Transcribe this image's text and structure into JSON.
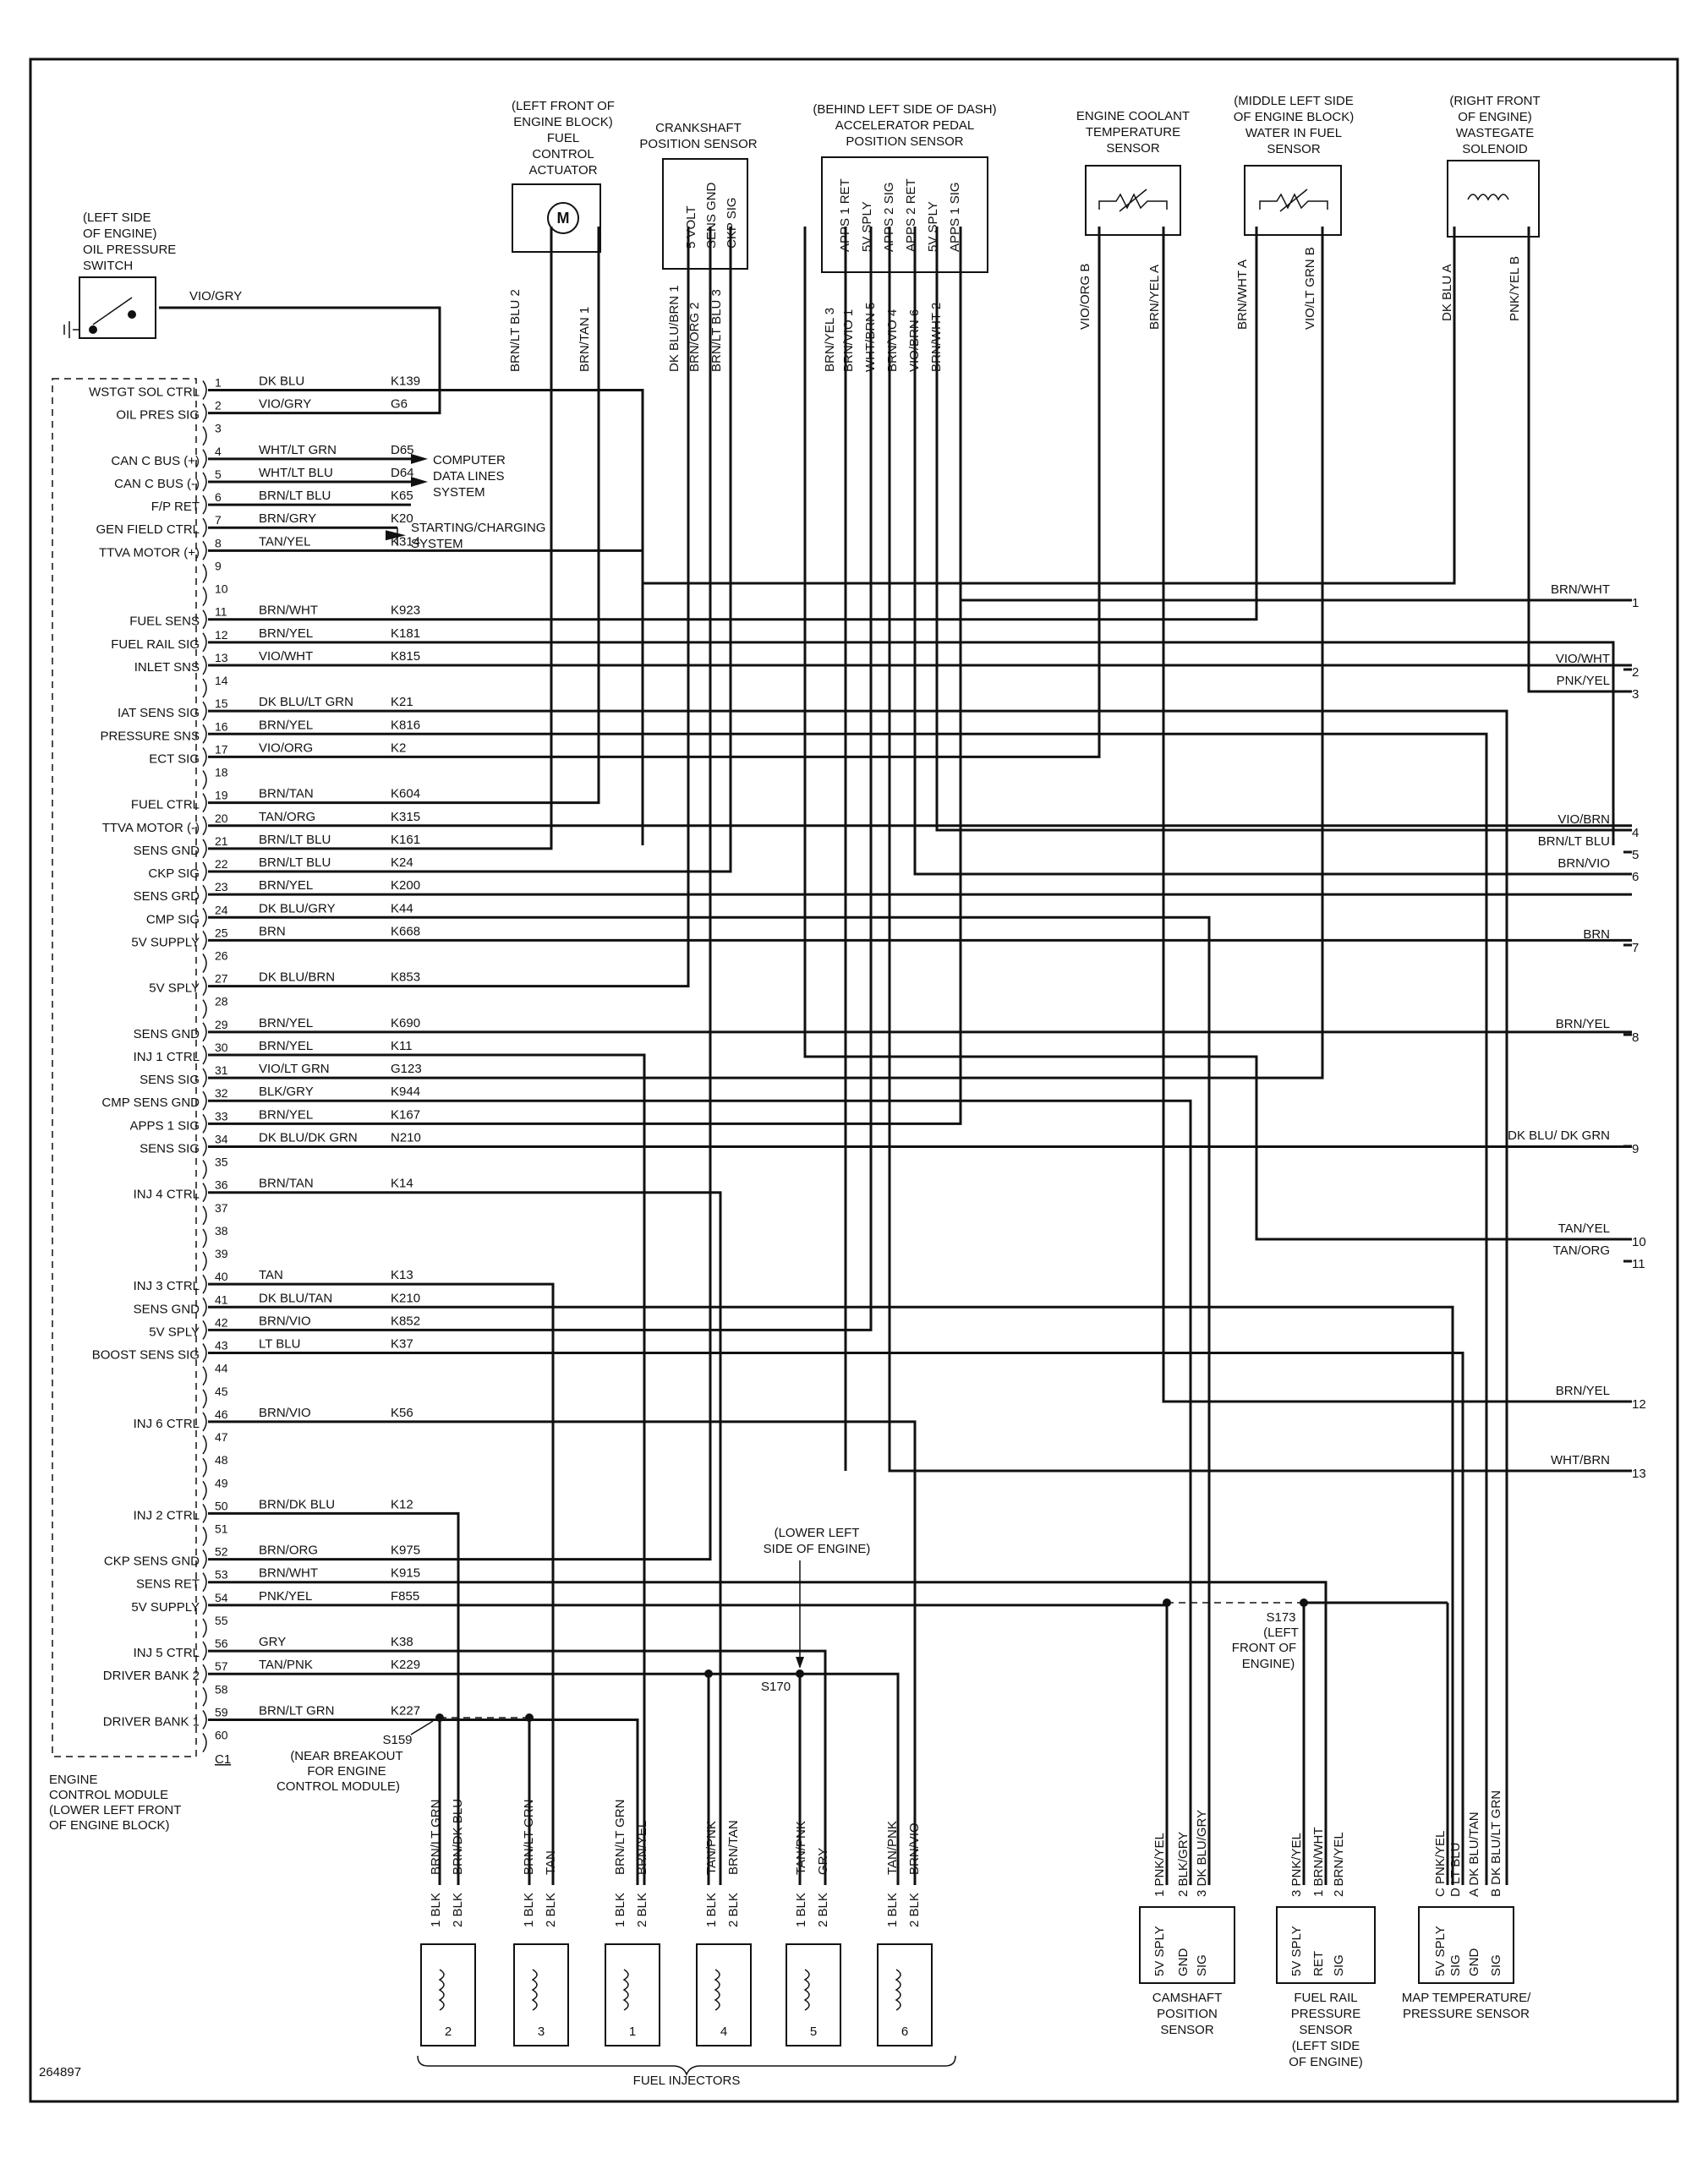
{
  "diagram_id": "264897",
  "ecm": {
    "title_lines": [
      "ENGINE",
      "CONTROL MODULE",
      "(LOWER LEFT FRONT",
      "OF ENGINE BLOCK)"
    ],
    "connector": "C1"
  },
  "pins": [
    {
      "n": "1",
      "func": "WSTGT SOL CTRL",
      "color": "DK BLU",
      "circuit": "K139"
    },
    {
      "n": "2",
      "func": "OIL PRES SIG",
      "color": "VIO/GRY",
      "circuit": "G6"
    },
    {
      "n": "3",
      "func": "",
      "color": "",
      "circuit": ""
    },
    {
      "n": "4",
      "func": "CAN C BUS (+)",
      "color": "WHT/LT GRN",
      "circuit": "D65"
    },
    {
      "n": "5",
      "func": "CAN C BUS (-)",
      "color": "WHT/LT BLU",
      "circuit": "D64"
    },
    {
      "n": "6",
      "func": "F/P RET",
      "color": "BRN/LT BLU",
      "circuit": "K65"
    },
    {
      "n": "7",
      "func": "GEN FIELD CTRL",
      "color": "BRN/GRY",
      "circuit": "K20"
    },
    {
      "n": "8",
      "func": "TTVA MOTOR (+)",
      "color": "TAN/YEL",
      "circuit": "K314"
    },
    {
      "n": "9",
      "func": "",
      "color": "",
      "circuit": ""
    },
    {
      "n": "10",
      "func": "",
      "color": "",
      "circuit": ""
    },
    {
      "n": "11",
      "func": "FUEL SENS",
      "color": "BRN/WHT",
      "circuit": "K923"
    },
    {
      "n": "12",
      "func": "FUEL RAIL SIG",
      "color": "BRN/YEL",
      "circuit": "K181"
    },
    {
      "n": "13",
      "func": "INLET SNS",
      "color": "VIO/WHT",
      "circuit": "K815"
    },
    {
      "n": "14",
      "func": "",
      "color": "",
      "circuit": ""
    },
    {
      "n": "15",
      "func": "IAT SENS SIG",
      "color": "DK BLU/LT GRN",
      "circuit": "K21"
    },
    {
      "n": "16",
      "func": "PRESSURE SNS",
      "color": "BRN/YEL",
      "circuit": "K816"
    },
    {
      "n": "17",
      "func": "ECT SIG",
      "color": "VIO/ORG",
      "circuit": "K2"
    },
    {
      "n": "18",
      "func": "",
      "color": "",
      "circuit": ""
    },
    {
      "n": "19",
      "func": "FUEL CTRL",
      "color": "BRN/TAN",
      "circuit": "K604"
    },
    {
      "n": "20",
      "func": "TTVA MOTOR (-)",
      "color": "TAN/ORG",
      "circuit": "K315"
    },
    {
      "n": "21",
      "func": "SENS GND",
      "color": "BRN/LT BLU",
      "circuit": "K161"
    },
    {
      "n": "22",
      "func": "CKP SIG",
      "color": "BRN/LT BLU",
      "circuit": "K24"
    },
    {
      "n": "23",
      "func": "SENS GRD",
      "color": "BRN/YEL",
      "circuit": "K200"
    },
    {
      "n": "24",
      "func": "CMP SIG",
      "color": "DK BLU/GRY",
      "circuit": "K44"
    },
    {
      "n": "25",
      "func": "5V SUPPLY",
      "color": "BRN",
      "circuit": "K668"
    },
    {
      "n": "26",
      "func": "",
      "color": "",
      "circuit": ""
    },
    {
      "n": "27",
      "func": "5V SPLY",
      "color": "DK BLU/BRN",
      "circuit": "K853"
    },
    {
      "n": "28",
      "func": "",
      "color": "",
      "circuit": ""
    },
    {
      "n": "29",
      "func": "SENS GND",
      "color": "BRN/YEL",
      "circuit": "K690"
    },
    {
      "n": "30",
      "func": "INJ 1 CTRL",
      "color": "BRN/YEL",
      "circuit": "K11"
    },
    {
      "n": "31",
      "func": "SENS SIG",
      "color": "VIO/LT GRN",
      "circuit": "G123"
    },
    {
      "n": "32",
      "func": "CMP SENS GND",
      "color": "BLK/GRY",
      "circuit": "K944"
    },
    {
      "n": "33",
      "func": "APPS 1 SIG",
      "color": "BRN/YEL",
      "circuit": "K167"
    },
    {
      "n": "34",
      "func": "SENS SIG",
      "color": "DK BLU/DK GRN",
      "circuit": "N210"
    },
    {
      "n": "35",
      "func": "",
      "color": "",
      "circuit": ""
    },
    {
      "n": "36",
      "func": "INJ 4 CTRL",
      "color": "BRN/TAN",
      "circuit": "K14"
    },
    {
      "n": "37",
      "func": "",
      "color": "",
      "circuit": ""
    },
    {
      "n": "38",
      "func": "",
      "color": "",
      "circuit": ""
    },
    {
      "n": "39",
      "func": "",
      "color": "",
      "circuit": ""
    },
    {
      "n": "40",
      "func": "INJ 3 CTRL",
      "color": "TAN",
      "circuit": "K13"
    },
    {
      "n": "41",
      "func": "SENS GND",
      "color": "DK BLU/TAN",
      "circuit": "K210"
    },
    {
      "n": "42",
      "func": "5V SPLY",
      "color": "BRN/VIO",
      "circuit": "K852"
    },
    {
      "n": "43",
      "func": "BOOST SENS SIG",
      "color": "LT BLU",
      "circuit": "K37"
    },
    {
      "n": "44",
      "func": "",
      "color": "",
      "circuit": ""
    },
    {
      "n": "45",
      "func": "",
      "color": "",
      "circuit": ""
    },
    {
      "n": "46",
      "func": "INJ 6 CTRL",
      "color": "BRN/VIO",
      "circuit": "K56"
    },
    {
      "n": "47",
      "func": "",
      "color": "",
      "circuit": ""
    },
    {
      "n": "48",
      "func": "",
      "color": "",
      "circuit": ""
    },
    {
      "n": "49",
      "func": "",
      "color": "",
      "circuit": ""
    },
    {
      "n": "50",
      "func": "INJ 2 CTRL",
      "color": "BRN/DK BLU",
      "circuit": "K12"
    },
    {
      "n": "51",
      "func": "",
      "color": "",
      "circuit": ""
    },
    {
      "n": "52",
      "func": "CKP SENS GND",
      "color": "BRN/ORG",
      "circuit": "K975"
    },
    {
      "n": "53",
      "func": "SENS RET",
      "color": "BRN/WHT",
      "circuit": "K915"
    },
    {
      "n": "54",
      "func": "5V SUPPLY",
      "color": "PNK/YEL",
      "circuit": "F855"
    },
    {
      "n": "55",
      "func": "",
      "color": "",
      "circuit": ""
    },
    {
      "n": "56",
      "func": "INJ 5 CTRL",
      "color": "GRY",
      "circuit": "K38"
    },
    {
      "n": "57",
      "func": "DRIVER BANK 2",
      "color": "TAN/PNK",
      "circuit": "K229"
    },
    {
      "n": "58",
      "func": "",
      "color": "",
      "circuit": ""
    },
    {
      "n": "59",
      "func": "DRIVER BANK 1",
      "color": "BRN/LT GRN",
      "circuit": "K227"
    },
    {
      "n": "60",
      "func": "",
      "color": "",
      "circuit": ""
    }
  ],
  "arrow_targets": {
    "computer": [
      "COMPUTER",
      "DATA LINES",
      "SYSTEM"
    ],
    "charging": [
      "STARTING/CHARGING",
      "SYSTEM"
    ]
  },
  "top_components": {
    "oil_switch": {
      "label": [
        "(LEFT SIDE",
        "OF ENGINE)",
        "OIL PRESSURE",
        "SWITCH"
      ],
      "wire": "VIO/GRY"
    },
    "fca": {
      "label": [
        "(LEFT FRONT OF",
        "ENGINE BLOCK)",
        "FUEL",
        "CONTROL",
        "ACTUATOR"
      ],
      "wires": [
        {
          "pin": "2",
          "color": "BRN/LT BLU"
        },
        {
          "pin": "1",
          "color": "BRN/TAN"
        }
      ]
    },
    "ckp": {
      "label": [
        "CRANKSHAFT",
        "POSITION SENSOR"
      ],
      "pins": [
        "5 VOLT",
        "SENS GND",
        "CKP SIG"
      ],
      "wires": [
        {
          "pin": "1",
          "color": "DK BLU/BRN"
        },
        {
          "pin": "2",
          "color": "BRN/ORG"
        },
        {
          "pin": "3",
          "color": "BRN/LT BLU"
        }
      ]
    },
    "app": {
      "label": [
        "(BEHIND LEFT SIDE OF DASH)",
        "ACCELERATOR PEDAL",
        "POSITION SENSOR"
      ],
      "pins": [
        "APPS 1 RET",
        "5V SPLY",
        "APPS 2 SIG",
        "APPS 2 RET",
        "5V SPLY",
        "APPS 1 SIG"
      ],
      "wires": [
        {
          "pin": "3",
          "color": "BRN/YEL"
        },
        {
          "pin": "1",
          "color": "BRN/VIO"
        },
        {
          "pin": "5",
          "color": "WHT/BRN"
        },
        {
          "pin": "4",
          "color": "BRN/VIO"
        },
        {
          "pin": "6",
          "color": "VIO/BRN"
        },
        {
          "pin": "2",
          "color": "BRN/WHT"
        }
      ]
    },
    "ect": {
      "label": [
        "ENGINE COOLANT",
        "TEMPERATURE",
        "SENSOR"
      ],
      "wires": [
        {
          "pin": "B",
          "color": "VIO/ORG"
        },
        {
          "pin": "A",
          "color": "BRN/YEL"
        }
      ]
    },
    "wif": {
      "label": [
        "(MIDDLE LEFT SIDE",
        "OF ENGINE BLOCK)",
        "WATER IN FUEL",
        "SENSOR"
      ],
      "wires": [
        {
          "pin": "A",
          "color": "BRN/WHT"
        },
        {
          "pin": "B",
          "color": "VIO/LT GRN"
        }
      ]
    },
    "wg": {
      "label": [
        "(RIGHT FRONT",
        "OF ENGINE)",
        "WASTEGATE",
        "SOLENOID"
      ],
      "wires": [
        {
          "pin": "A",
          "color": "DK BLU"
        },
        {
          "pin": "B",
          "color": "PNK/YEL"
        }
      ]
    }
  },
  "right_outputs": [
    {
      "n": "1",
      "color": "BRN/WHT"
    },
    {
      "n": "2",
      "color": "VIO/WHT"
    },
    {
      "n": "3",
      "color": "PNK/YEL"
    },
    {
      "n": "4",
      "color": "VIO/BRN"
    },
    {
      "n": "5",
      "color": "BRN/LT BLU"
    },
    {
      "n": "6",
      "color": "BRN/VIO"
    },
    {
      "n": "7",
      "color": "BRN"
    },
    {
      "n": "8",
      "color": "BRN/YEL"
    },
    {
      "n": "9",
      "color": "DK BLU/ DK GRN"
    },
    {
      "n": "10",
      "color": "TAN/YEL"
    },
    {
      "n": "11",
      "color": "TAN/ORG"
    },
    {
      "n": "12",
      "color": "BRN/YEL"
    },
    {
      "n": "13",
      "color": "WHT/BRN"
    }
  ],
  "splices": {
    "s159": [
      "S159",
      "(NEAR BREAKOUT",
      "FOR ENGINE",
      "CONTROL MODULE)"
    ],
    "s170": "S170",
    "s170_note": [
      "(LOWER LEFT",
      "SIDE OF ENGINE)"
    ],
    "s173": [
      "S173",
      "(LEFT",
      "FRONT OF",
      "ENGINE)"
    ]
  },
  "injectors": {
    "caption": "FUEL INJECTORS",
    "items": [
      {
        "num": "2",
        "w1": "BRN/LT GRN",
        "w2": "BRN/DK BLU",
        "p1": "1",
        "p2": "2",
        "c1": "BLK",
        "c2": "BLK"
      },
      {
        "num": "3",
        "w1": "BRN/LT GRN",
        "w2": "TAN",
        "p1": "1",
        "p2": "2",
        "c1": "BLK",
        "c2": "BLK"
      },
      {
        "num": "1",
        "w1": "BRN/LT GRN",
        "w2": "BRN/YEL",
        "p1": "1",
        "p2": "2",
        "c1": "BLK",
        "c2": "BLK"
      },
      {
        "num": "4",
        "w1": "TAN/PNK",
        "w2": "BRN/TAN",
        "p1": "1",
        "p2": "2",
        "c1": "BLK",
        "c2": "BLK"
      },
      {
        "num": "5",
        "w1": "TAN/PNK",
        "w2": "GRY",
        "p1": "1",
        "p2": "2",
        "c1": "BLK",
        "c2": "BLK"
      },
      {
        "num": "6",
        "w1": "TAN/PNK",
        "w2": "BRN/VIO",
        "p1": "1",
        "p2": "2",
        "c1": "BLK",
        "c2": "BLK"
      }
    ]
  },
  "bottom_sensors": {
    "cmp": {
      "label": [
        "CAMSHAFT",
        "POSITION",
        "SENSOR"
      ],
      "pins": [
        {
          "p": "1",
          "color": "PNK/YEL",
          "func": "5V SPLY"
        },
        {
          "p": "2",
          "color": "BLK/GRY",
          "func": "GND"
        },
        {
          "p": "3",
          "color": "DK BLU/GRY",
          "func": "SIG"
        }
      ]
    },
    "frp": {
      "label": [
        "FUEL RAIL",
        "PRESSURE",
        "SENSOR",
        "(LEFT SIDE",
        "OF ENGINE)"
      ],
      "pins": [
        {
          "p": "3",
          "color": "PNK/YEL",
          "func": "5V SPLY"
        },
        {
          "p": "1",
          "color": "BRN/WHT",
          "func": "RET"
        },
        {
          "p": "2",
          "color": "BRN/YEL",
          "func": "SIG"
        }
      ]
    },
    "map": {
      "label": [
        "MAP TEMPERATURE/",
        "PRESSURE SENSOR"
      ],
      "pins": [
        {
          "p": "C",
          "color": "PNK/YEL",
          "func": "5V SPLY"
        },
        {
          "p": "D",
          "color": "LT BLU",
          "func": "SIG"
        },
        {
          "p": "A",
          "color": "DK BLU/TAN",
          "func": "GND"
        },
        {
          "p": "B",
          "color": "DK BLU/LT GRN",
          "func": "SIG"
        }
      ]
    }
  }
}
